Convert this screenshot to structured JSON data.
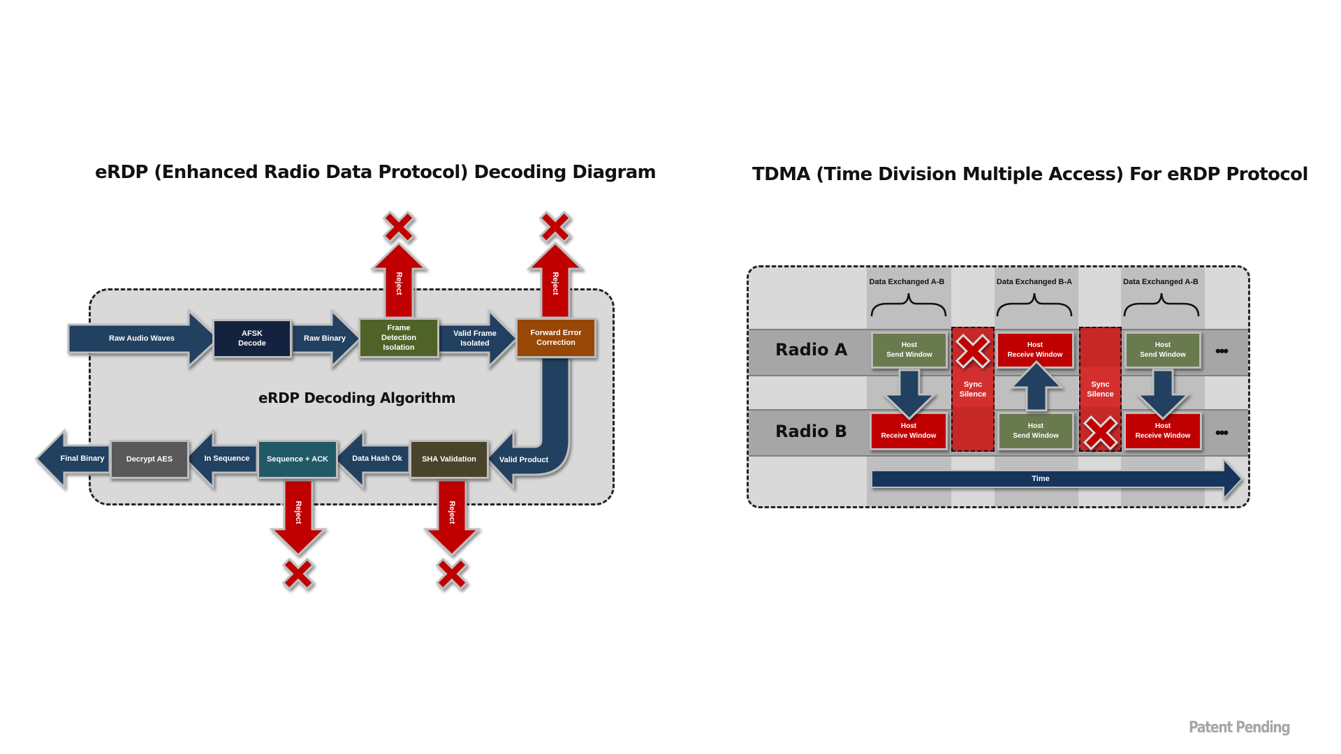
{
  "left": {
    "title": "eRDP (Enhanced Radio Data Protocol) Decoding Diagram",
    "container_label": "eRDP Decoding Algorithm",
    "top_row": {
      "arrows": [
        "Raw Audio Waves",
        "Raw Binary",
        "Valid Frame\nIsolated"
      ],
      "boxes": [
        {
          "label": "AFSK\nDecode",
          "color": "#13233f"
        },
        {
          "label": "Frame\nDetection\nIsolation",
          "color": "#4f6228"
        },
        {
          "label": "Forward Error\nCorrection",
          "color": "#974706"
        }
      ]
    },
    "bottom_row": {
      "arrows": [
        "Final Binary",
        "In Sequence",
        "Data Hash Ok",
        "Valid Product"
      ],
      "boxes": [
        {
          "label": "Decrypt AES",
          "color": "#595959"
        },
        {
          "label": "Sequence + ACK",
          "color": "#215967"
        },
        {
          "label": "SHA Validation",
          "color": "#494429"
        }
      ]
    },
    "reject_label": "Reject",
    "colors": {
      "arrow": "#243f60",
      "reject": "#c00000"
    }
  },
  "right": {
    "title": "TDMA (Time Division Multiple Access) For eRDP Protocol",
    "headers": [
      "Data Exchanged A-B",
      "Data Exchanged B-A",
      "Data Exchanged A-B"
    ],
    "radio_a": "Radio A",
    "radio_b": "Radio B",
    "ellipsis": "•••",
    "sync_label": "Sync\nSilence",
    "radio_a_windows": [
      "Host\nSend Window",
      "Host\nReceive Window",
      "Host\nSend Window"
    ],
    "radio_b_windows": [
      "Host\nReceive Window",
      "Host\nSend Window",
      "Host\nReceive Window"
    ],
    "time_label": "Time",
    "colors": {
      "send": "#6a7a4f",
      "receive": "#c00000",
      "sync": "#c62828",
      "arrow": "#243f60"
    }
  },
  "watermark": "Patent Pending"
}
